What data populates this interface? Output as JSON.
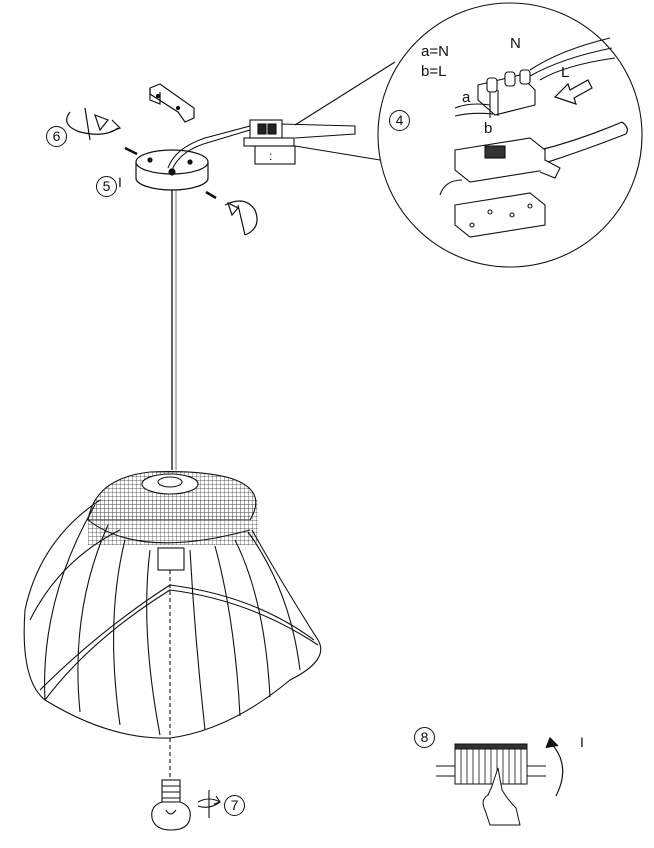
{
  "steps": {
    "s4": "4",
    "s5": "5",
    "s6": "6",
    "s7": "7",
    "s8": "8"
  },
  "detail": {
    "legend_n": "a=N",
    "legend_l": "b=L",
    "wire_n": "N",
    "wire_l": "L",
    "terminal_a": "a",
    "terminal_b": "b",
    "junction_mark": ":"
  },
  "arrows": {
    "up_mark": "I",
    "rotate_mark": "I"
  },
  "icons": {
    "ceiling_canopy": "canopy-icon",
    "mounting_bracket": "bracket-icon",
    "screw": "screw-icon",
    "bulb": "bulb-icon",
    "lamp_shade": "wire-shade-icon",
    "terminal_block": "terminal-block-icon",
    "hand": "hand-icon"
  }
}
